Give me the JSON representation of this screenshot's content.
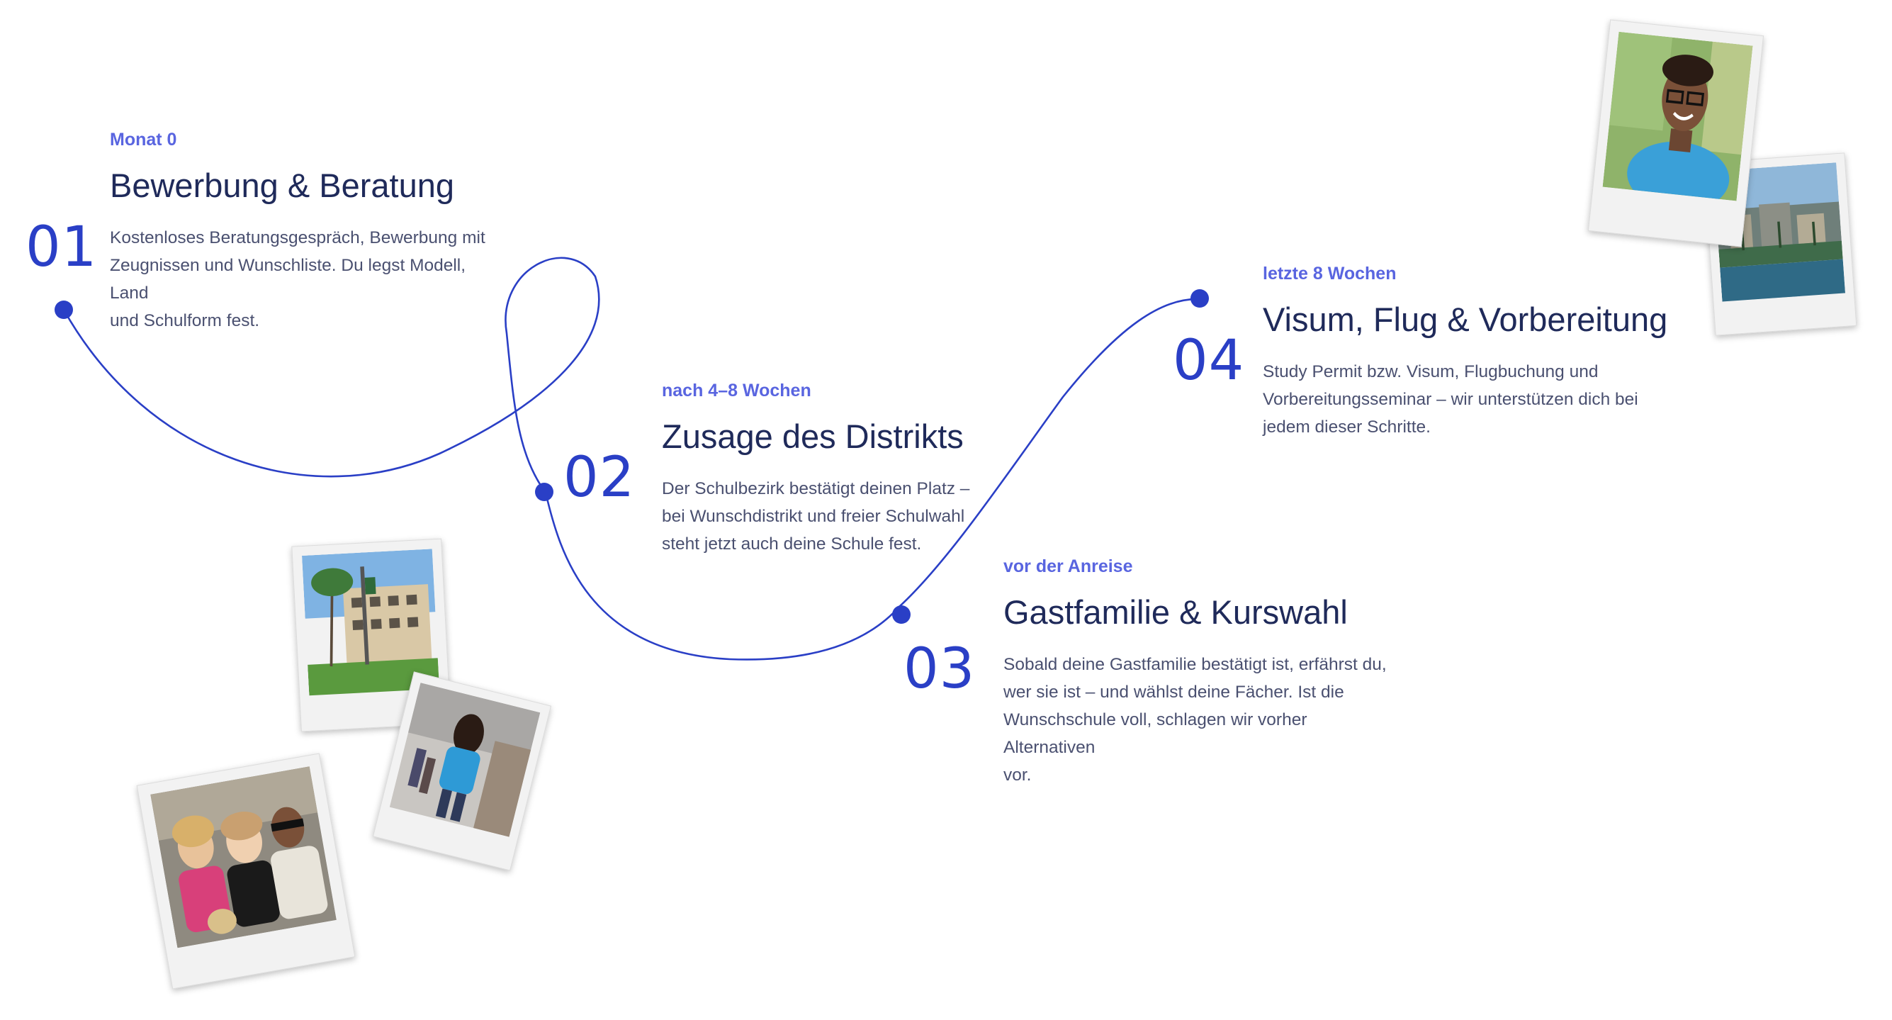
{
  "steps": [
    {
      "number": "01",
      "timing": "Monat 0",
      "title": "Bewerbung & Beratung",
      "description": "Kostenloses Beratungsgespräch, Bewerbung mit\nZeugnissen und Wunschliste. Du legst Modell,\nLand\nund Schulform fest."
    },
    {
      "number": "02",
      "timing": "nach 4–8 Wochen",
      "title": "Zusage des Distrikts",
      "description": "Der Schulbezirk bestätigt deinen Platz –\nbei Wunschdistrikt und freier Schulwahl\nsteht jetzt auch deine Schule fest."
    },
    {
      "number": "03",
      "timing": "vor der Anreise",
      "title": "Gastfamilie & Kurswahl",
      "description": "Sobald deine Gastfamilie bestätigt ist, erfährst du,\nwer sie ist – und wählst deine Fächer. Ist die\nWunschschule voll, schlagen wir vorher\nAlternativen\nvor."
    },
    {
      "number": "04",
      "timing": "letzte 8 Wochen",
      "title": "Visum, Flug & Vorbereitung",
      "description": "Study Permit bzw. Visum, Flugbuchung und\nVorbereitungsseminar – wir unterstützen dich bei\njedem dieser Schritte."
    }
  ],
  "colors": {
    "accent": "#2a3fc6",
    "timing": "#5965e0",
    "title": "#1f2a5a",
    "text": "#4a5070",
    "path": "#2a3fc6"
  },
  "photos": [
    "student-portrait-photo",
    "city-waterfront-photo",
    "campus-building-photo",
    "student-walking-photo",
    "friends-group-photo"
  ]
}
